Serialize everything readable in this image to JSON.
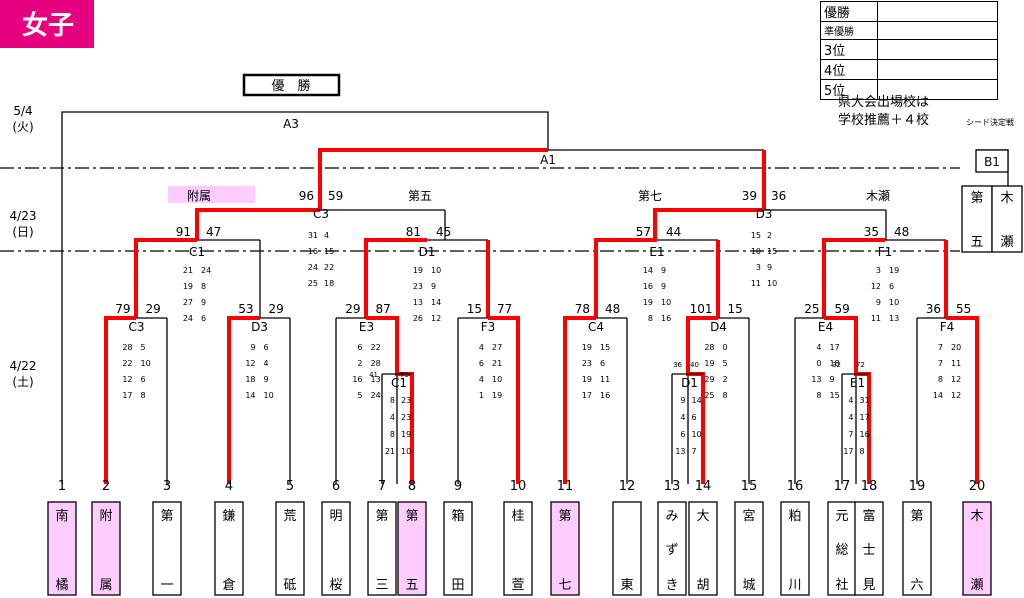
{
  "badge": "女子",
  "champion_label": "優　勝",
  "legend": {
    "rows": [
      "優勝",
      "準優勝",
      "3位",
      "4位",
      "5位"
    ],
    "note_line1": "県大会出場校は",
    "note_line2": "学校推薦＋４校"
  },
  "seed_caption": "シード決定戦",
  "dates": [
    "5/4",
    "(火)",
    "4/23",
    "(日)",
    "4/22",
    "(土)"
  ],
  "colors": {
    "badge": "#e5007f",
    "highlight": "#ffccff",
    "win": "#ff0000"
  },
  "teams": [
    {
      "num": "1",
      "top": "南",
      "bottom": "橘",
      "hl": true
    },
    {
      "num": "2",
      "top": "附",
      "bottom": "属",
      "hl": true
    },
    {
      "num": "3",
      "top": "第",
      "bottom": "一",
      "hl": false
    },
    {
      "num": "4",
      "top": "鎌",
      "bottom": "倉",
      "hl": false
    },
    {
      "num": "5",
      "top": "荒",
      "bottom": "砥",
      "hl": false
    },
    {
      "num": "6",
      "top": "明",
      "bottom": "桜",
      "hl": false
    },
    {
      "num": "7",
      "top": "第",
      "bottom": "三",
      "hl": false
    },
    {
      "num": "8",
      "top": "第",
      "bottom": "五",
      "hl": true
    },
    {
      "num": "9",
      "top": "箱",
      "bottom": "田",
      "hl": false
    },
    {
      "num": "10",
      "top": "桂",
      "bottom": "萱",
      "hl": false
    },
    {
      "num": "11",
      "top": "第",
      "bottom": "七",
      "hl": true
    },
    {
      "num": "12",
      "top": "",
      "bottom": "東",
      "hl": false
    },
    {
      "num": "13",
      "top": "み",
      "mid": "ず",
      "bottom": "き",
      "hl": false
    },
    {
      "num": "14",
      "top": "大",
      "bottom": "胡",
      "hl": false
    },
    {
      "num": "15",
      "top": "宮",
      "bottom": "城",
      "hl": false
    },
    {
      "num": "16",
      "top": "粕",
      "bottom": "川",
      "hl": false
    },
    {
      "num": "17",
      "top": "元",
      "mid": "総",
      "bottom": "社",
      "hl": false
    },
    {
      "num": "18",
      "top": "富",
      "mid": "士",
      "bottom": "見",
      "hl": false
    },
    {
      "num": "19",
      "top": "第",
      "bottom": "六",
      "hl": false
    },
    {
      "num": "20",
      "top": "木",
      "bottom": "瀬",
      "hl": true
    }
  ],
  "seed_teams": [
    {
      "top": "第",
      "bottom": "五"
    },
    {
      "top": "木",
      "bottom": "瀬"
    }
  ],
  "highlight_labels": [
    "附属",
    "第五",
    "第七",
    "木瀬"
  ],
  "matches": {
    "A3": {
      "label": "A3"
    },
    "A1": {
      "label": "A1"
    },
    "B1": {
      "label": "B1"
    },
    "C3_top": {
      "label": "C3",
      "left": "96",
      "right": "59",
      "sets": [
        [
          "31",
          "4"
        ],
        [
          "16",
          "15"
        ],
        [
          "24",
          "22"
        ],
        [
          "25",
          "18"
        ]
      ]
    },
    "D3_top": {
      "label": "D3",
      "left": "39",
      "right": "36",
      "sets": [
        [
          "15",
          "2"
        ],
        [
          "10",
          "15"
        ],
        [
          "3",
          "9"
        ],
        [
          "11",
          "10"
        ]
      ]
    },
    "C1": {
      "label": "C1",
      "left": "91",
      "right": "47",
      "sets": [
        [
          "21",
          "24"
        ],
        [
          "19",
          "8"
        ],
        [
          "27",
          "9"
        ],
        [
          "24",
          "6"
        ]
      ]
    },
    "D1_mid": {
      "label": "D1",
      "left": "81",
      "right": "45",
      "sets": [
        [
          "19",
          "10"
        ],
        [
          "23",
          "9"
        ],
        [
          "13",
          "14"
        ],
        [
          "26",
          "12"
        ]
      ]
    },
    "E1": {
      "label": "E1",
      "left": "57",
      "right": "44",
      "sets": [
        [
          "14",
          "9"
        ],
        [
          "16",
          "9"
        ],
        [
          "19",
          "10"
        ],
        [
          "8",
          "16"
        ]
      ]
    },
    "F1": {
      "label": "F1",
      "left": "35",
      "right": "48",
      "sets": [
        [
          "3",
          "19"
        ],
        [
          "12",
          "6"
        ],
        [
          "9",
          "10"
        ],
        [
          "11",
          "13"
        ]
      ]
    },
    "C3": {
      "label": "C3",
      "left": "79",
      "right": "29",
      "sets": [
        [
          "28",
          "5"
        ],
        [
          "22",
          "10"
        ],
        [
          "12",
          "6"
        ],
        [
          "17",
          "8"
        ]
      ]
    },
    "D3": {
      "label": "D3",
      "left": "53",
      "right": "29",
      "sets": [
        [
          "9",
          "6"
        ],
        [
          "12",
          "4"
        ],
        [
          "18",
          "9"
        ],
        [
          "14",
          "10"
        ]
      ]
    },
    "E3": {
      "label": "E3",
      "left": "29",
      "right": "87",
      "sets": [
        [
          "6",
          "22"
        ],
        [
          "2",
          "28"
        ],
        [
          "16",
          "13"
        ],
        [
          "5",
          "24"
        ]
      ]
    },
    "F3": {
      "label": "F3",
      "left": "15",
      "right": "77",
      "sets": [
        [
          "4",
          "27"
        ],
        [
          "6",
          "21"
        ],
        [
          "4",
          "10"
        ],
        [
          "1",
          "19"
        ]
      ]
    },
    "C4": {
      "label": "C4",
      "left": "78",
      "right": "48",
      "sets": [
        [
          "19",
          "15"
        ],
        [
          "23",
          "6"
        ],
        [
          "19",
          "11"
        ],
        [
          "17",
          "16"
        ]
      ]
    },
    "D4": {
      "label": "D4",
      "left": "101",
      "right": "15",
      "sets": [
        [
          "28",
          "0"
        ],
        [
          "19",
          "5"
        ],
        [
          "29",
          "2"
        ],
        [
          "25",
          "8"
        ]
      ]
    },
    "E4": {
      "label": "E4",
      "left": "25",
      "right": "59",
      "sets": [
        [
          "4",
          "17"
        ],
        [
          "0",
          "18"
        ],
        [
          "13",
          "9"
        ],
        [
          "8",
          "15"
        ]
      ]
    },
    "F4": {
      "label": "F4",
      "left": "36",
      "right": "55",
      "sets": [
        [
          "7",
          "20"
        ],
        [
          "7",
          "11"
        ],
        [
          "8",
          "12"
        ],
        [
          "14",
          "12"
        ]
      ]
    },
    "C1_low": {
      "label": "C1",
      "left": "41",
      "right": "75",
      "sets": [
        [
          "8",
          "23"
        ],
        [
          "4",
          "23"
        ],
        [
          "8",
          "19"
        ],
        [
          "21",
          "10"
        ]
      ]
    },
    "D1_low": {
      "label": "D1",
      "left": "36",
      "right": "40",
      "sets": [
        [
          "9",
          "14"
        ],
        [
          "4",
          "6"
        ],
        [
          "6",
          "10"
        ],
        [
          "13",
          "7"
        ]
      ]
    },
    "E1_low": {
      "label": "E1",
      "left": "32",
      "right": "72",
      "sets": [
        [
          "4",
          "31"
        ],
        [
          "4",
          "17"
        ],
        [
          "7",
          "16"
        ],
        [
          "17",
          "8"
        ]
      ]
    }
  }
}
